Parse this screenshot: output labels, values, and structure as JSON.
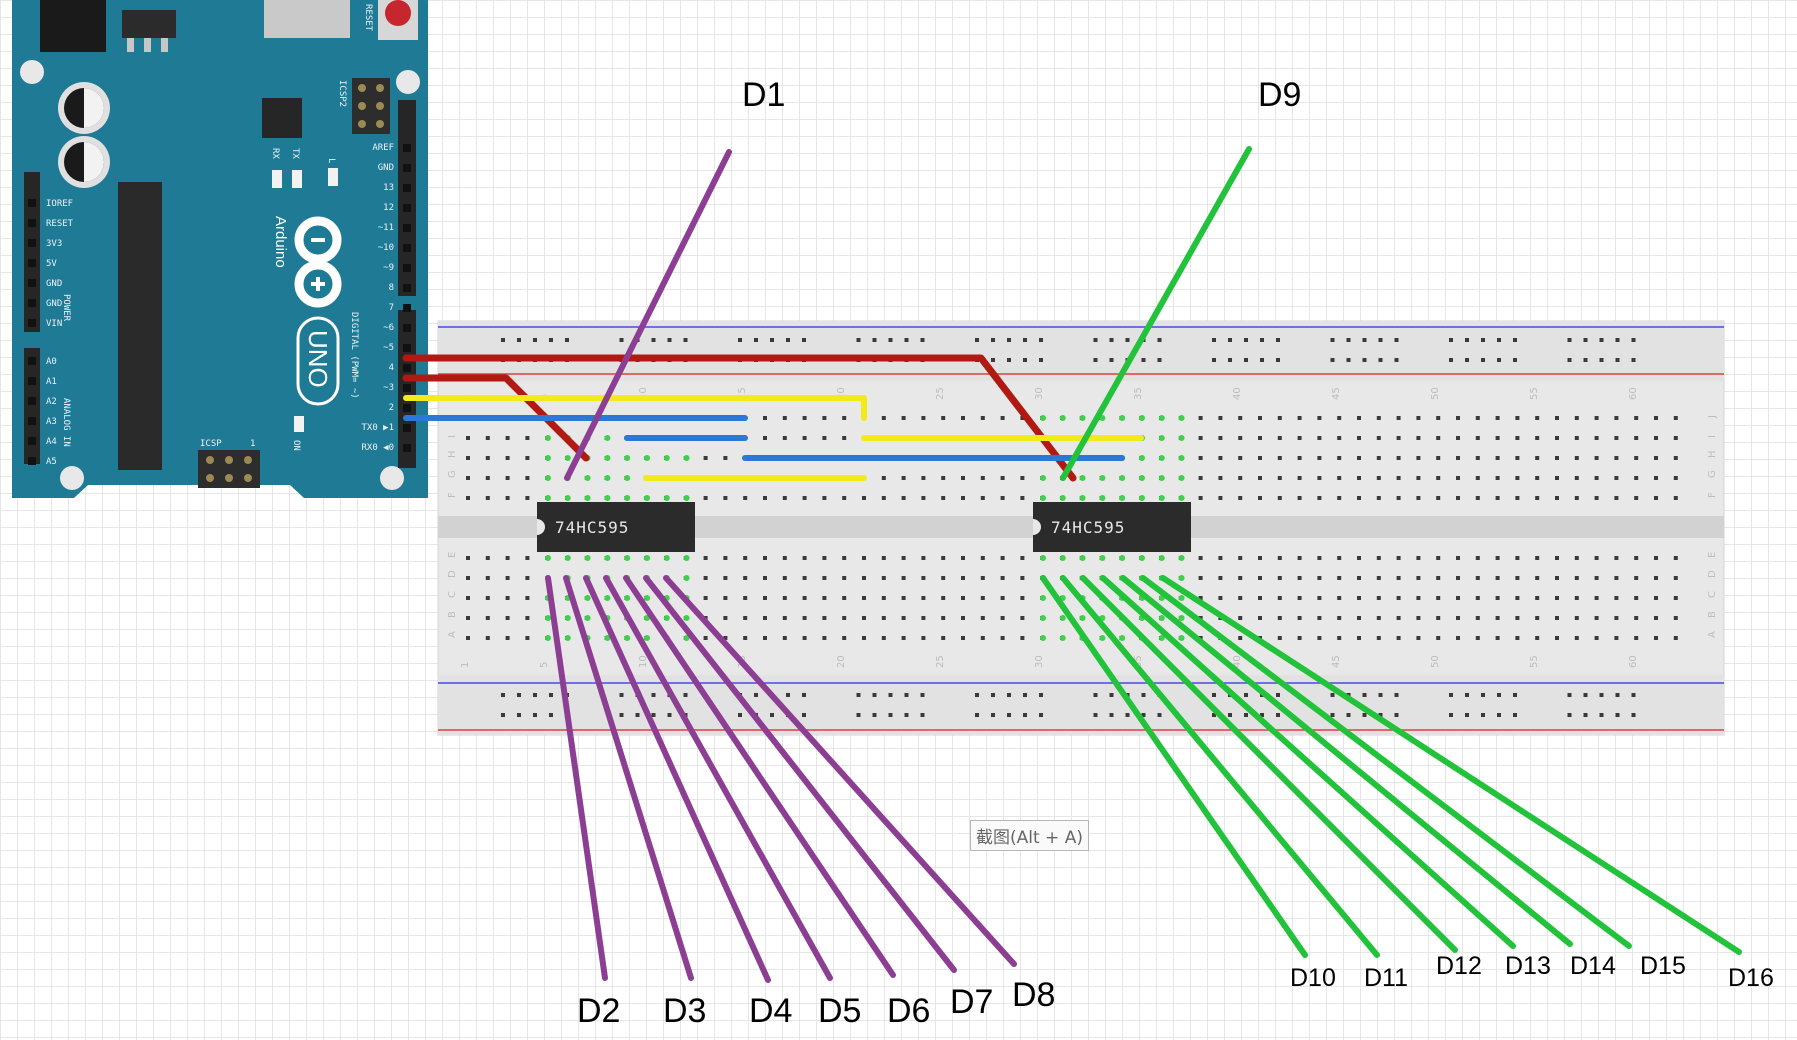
{
  "board": {
    "model_label": "UNO",
    "brand_label": "Arduino",
    "reset_label": "RESET",
    "icsp_top_label": "ICSP2",
    "icsp_bottom_label": "ICSP",
    "icsp_pin_1": "1",
    "tx_label": "TX",
    "rx_label": "RX",
    "l_label": "L",
    "on_label": "ON",
    "digital_label": "DIGITAL (PWM= ~)",
    "power_label": "POWER",
    "analog_label": "ANALOG IN",
    "right_header_pins": [
      "AREF",
      "GND",
      "13",
      "12",
      "~11",
      "~10",
      "~9",
      "8",
      "7",
      "~6",
      "~5",
      "4",
      "~3",
      "2",
      "TX0 ▶1",
      "RX0 ◀0"
    ],
    "power_pins": [
      "IOREF",
      "RESET",
      "3V3",
      "5V",
      "GND",
      "GND",
      "VIN"
    ],
    "analog_pins": [
      "A0",
      "A1",
      "A2",
      "A3",
      "A4",
      "A5"
    ]
  },
  "breadboard": {
    "column_numbers": [
      "1",
      "5",
      "10",
      "15",
      "20",
      "25",
      "30",
      "35",
      "40",
      "45",
      "50",
      "55",
      "60"
    ],
    "row_letters_top": [
      "J",
      "I",
      "H",
      "G",
      "F"
    ],
    "row_letters_bottom": [
      "E",
      "D",
      "C",
      "B",
      "A"
    ]
  },
  "chips": [
    {
      "label": "74HC595"
    },
    {
      "label": "74HC595"
    }
  ],
  "outputs": {
    "d1": "D1",
    "d9": "D9",
    "first_register": [
      "D2",
      "D3",
      "D4",
      "D5",
      "D6",
      "D7",
      "D8"
    ],
    "second_register": [
      "D10",
      "D11",
      "D12",
      "D13",
      "D14",
      "D15",
      "D16"
    ]
  },
  "colors": {
    "board": "#1f7a96",
    "wire_red": "#b01a12",
    "wire_yellow": "#f2ea1a",
    "wire_blue": "#2b78d6",
    "wire_purple": "#8c3e93",
    "wire_green": "#22c23a",
    "chip": "#2b2b2b",
    "breadboard": "#e8e8e8"
  },
  "tooltip": "截图(Alt + A)"
}
